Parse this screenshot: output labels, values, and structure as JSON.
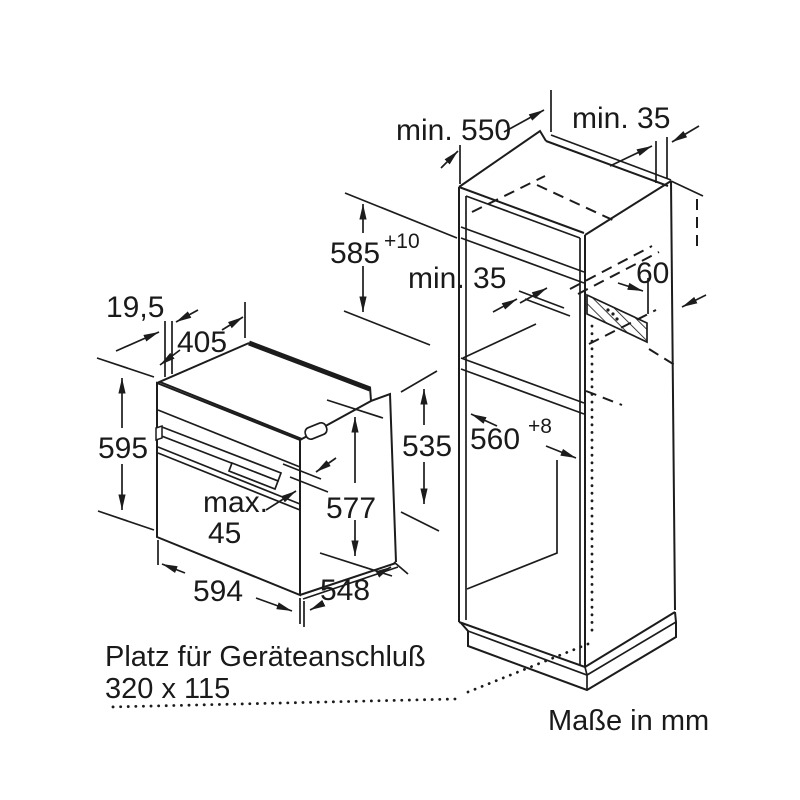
{
  "page": {
    "background": "#ffffff",
    "ink": "#1c1c1c"
  },
  "notes": {
    "connection_space_line1": "Platz für Geräteanschluß",
    "connection_space_line2": "320 x 115",
    "units": "Maße in mm"
  },
  "oven_dimensions": {
    "frame_overhang": "19,5",
    "top_depth": "405",
    "front_height": "595",
    "handle_max_prefix": "max.",
    "handle_max_value": "45",
    "rear_height": "577",
    "body_height": "535",
    "front_width": "594",
    "body_depth": "548"
  },
  "cabinet_dimensions": {
    "niche_depth": "min. 550",
    "rear_wall_gap": "min. 35",
    "niche_height": "585",
    "niche_height_tolerance": "+10",
    "shelf_rear_gap": "min. 35",
    "vent_cutout_height": "60",
    "niche_width": "560",
    "niche_width_tolerance": "+8"
  }
}
